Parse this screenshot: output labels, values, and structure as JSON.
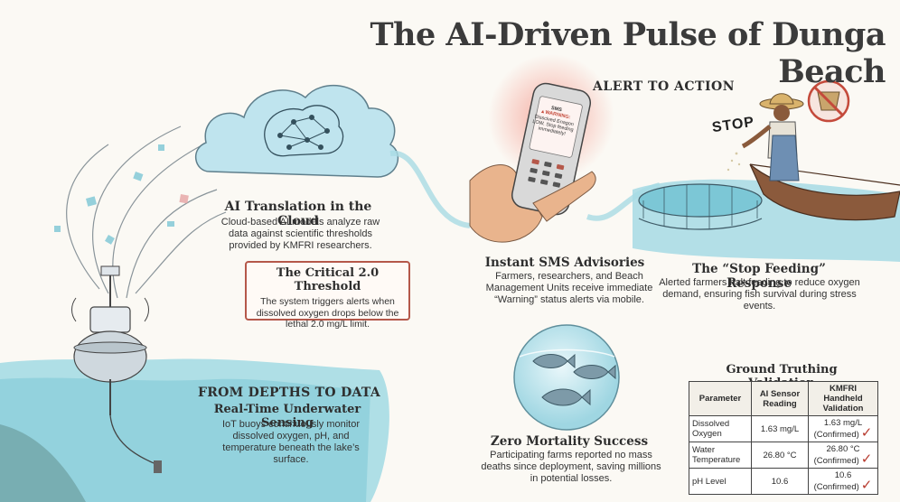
{
  "title": "The AI-Driven Pulse of Dunga Beach",
  "alert_heading": "ALERT TO ACTION",
  "cloud": {
    "heading": "AI Translation in the Cloud",
    "body": "Cloud-based AI models analyze raw data against scientific thresholds provided by KMFRI researchers."
  },
  "threshold": {
    "heading": "The Critical 2.0 Threshold",
    "body": "The system triggers alerts when dissolved oxygen drops below the lethal 2.0 mg/L limit."
  },
  "phone": {
    "sms_label": "SMS",
    "warning_label": "WARNING:",
    "message": "Disscived Enagon LOW. Stop feeding immediately!"
  },
  "sms": {
    "heading": "Instant SMS Advisories",
    "body": "Farmers, researchers, and Beach Management Units receive immediate “Warning” status alerts via mobile."
  },
  "stop_sign": "STOP",
  "stop_feeding": {
    "heading": "The “Stop Feeding” Response",
    "body": "Alerted farmers halt feeding to reduce oxygen demand, ensuring fish survival during stress events."
  },
  "depths": {
    "heading": "FROM DEPTHS TO DATA",
    "subheading": "Real-Time Underwater Sensing",
    "body": "IoT buoys continuously monitor dissolved oxygen, pH, and temperature beneath the lake’s surface."
  },
  "zero_mortality": {
    "heading": "Zero Mortality Success",
    "body": "Participating farms reported no mass deaths since deployment, saving millions in potential losses."
  },
  "ground_truth": {
    "heading": "Ground Truthing Validation",
    "columns": [
      "Parameter",
      "AI Sensor Reading",
      "KMFRI Handheld Validation"
    ],
    "rows": [
      {
        "parameter": "Dissolved Oxygen",
        "ai": "1.63 mg/L",
        "kmfri": "1.63 mg/L (Confirmed)"
      },
      {
        "parameter": "Water Temperature",
        "ai": "26.80 °C",
        "kmfri": "26.80 °C (Confirmed)"
      },
      {
        "parameter": "pH Level",
        "ai": "10.6",
        "kmfri": "10.6 (Confirmed)"
      }
    ]
  },
  "colors": {
    "water": "#8fd0dc",
    "alert_red": "#b5584a",
    "cloud_blue": "#bfe4ee",
    "ink": "#2e2e2e"
  }
}
